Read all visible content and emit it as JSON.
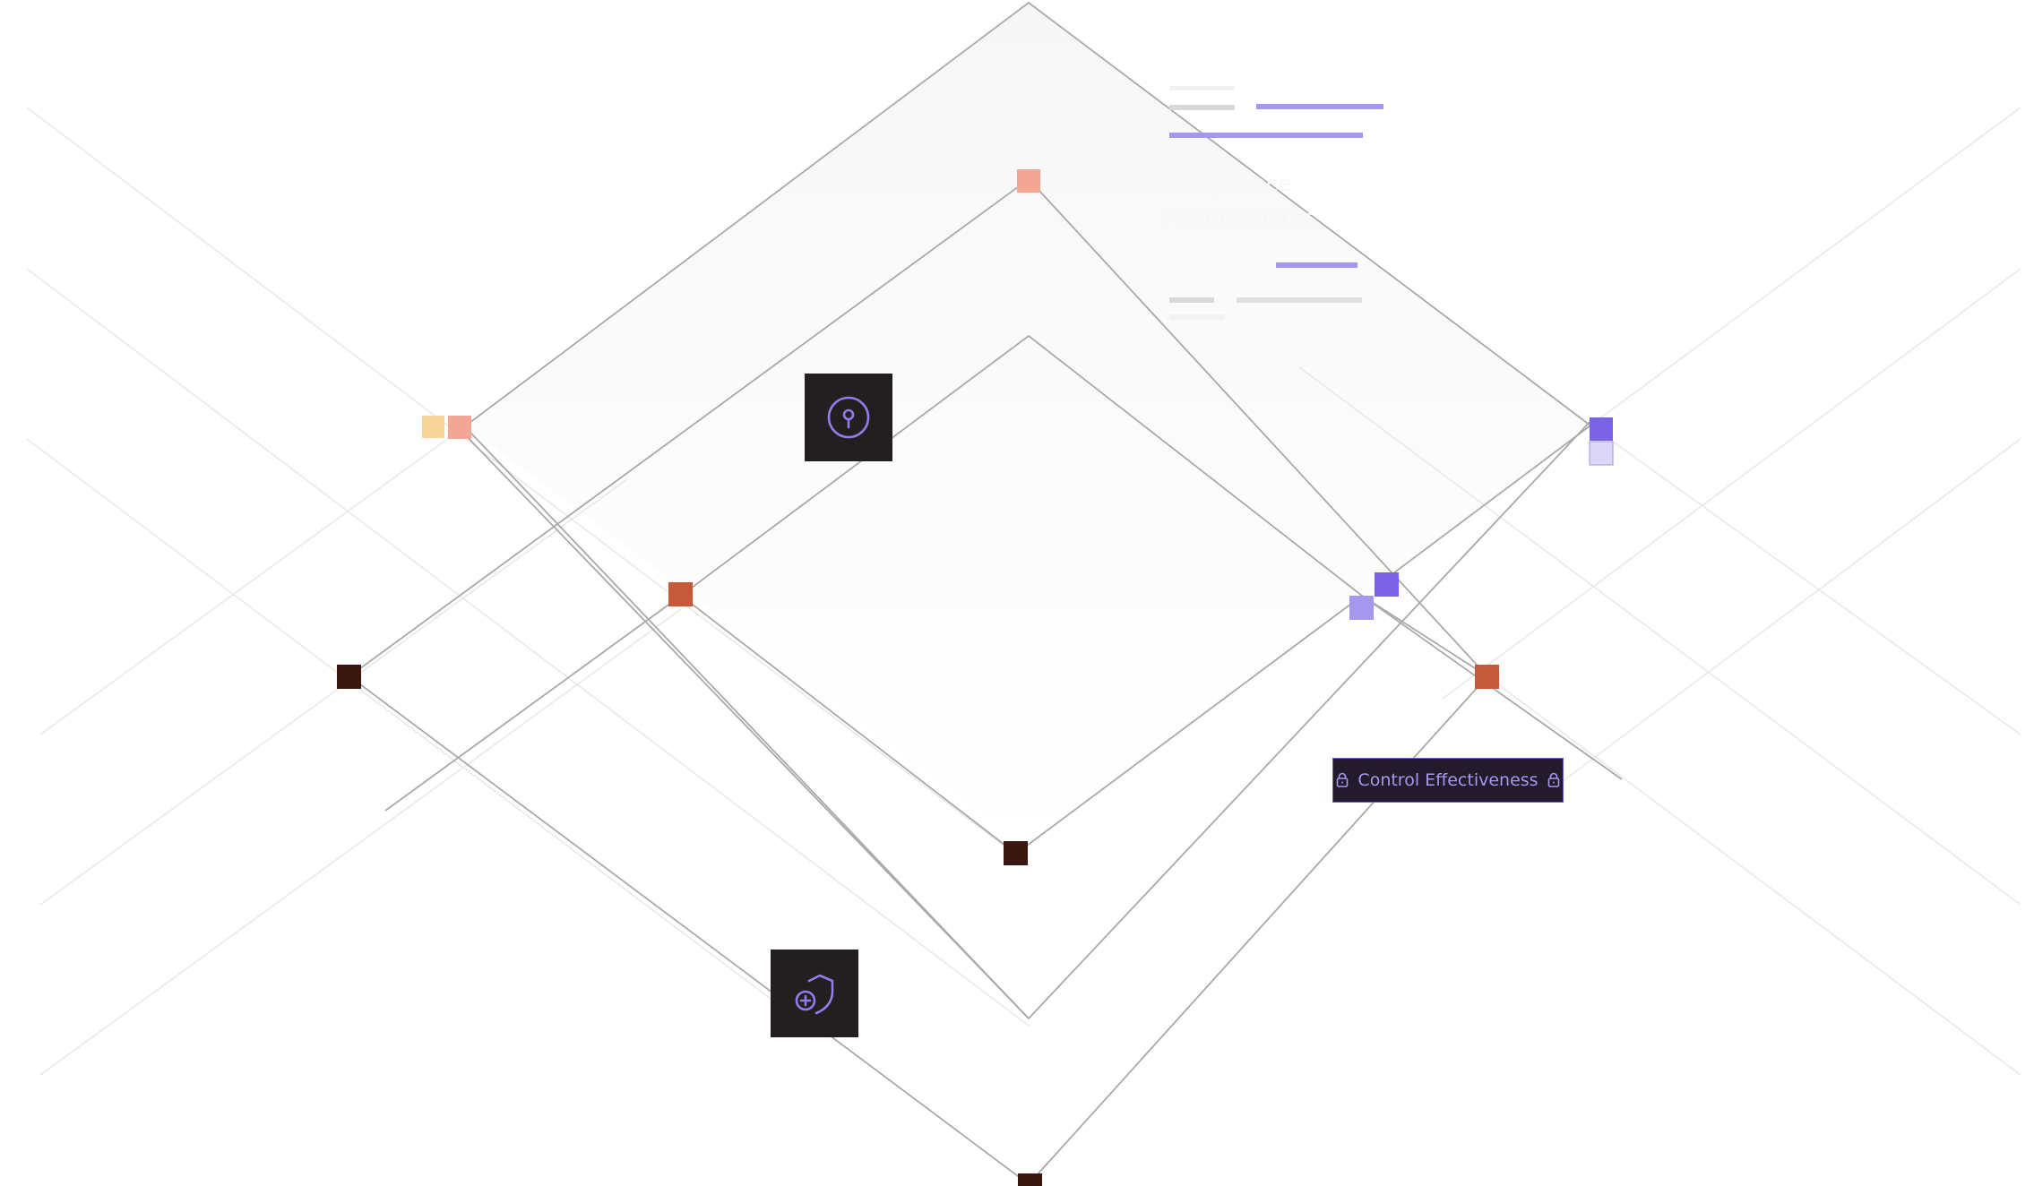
{
  "tag": {
    "label": "Control Effectiveness"
  },
  "ghost_text": {
    "line1": "Compliance",
    "line2": "Requirements"
  },
  "icons": {
    "keyhole": "keyhole-circle-icon",
    "shield": "shield-plus-icon",
    "lock": "lock-icon"
  },
  "colors": {
    "line": "#a7a7a7",
    "faint_line": "#e4e4e4",
    "tile_bg": "#231f20",
    "accent_purple": "#7a63e6",
    "light_purple": "#a597ee",
    "pale_purple": "#dcd6f8",
    "salmon": "#f3a693",
    "peach": "#f7d497",
    "rust": "#c55a3b",
    "dark_brown": "#3b1711",
    "tag_bg": "#231a2c"
  }
}
